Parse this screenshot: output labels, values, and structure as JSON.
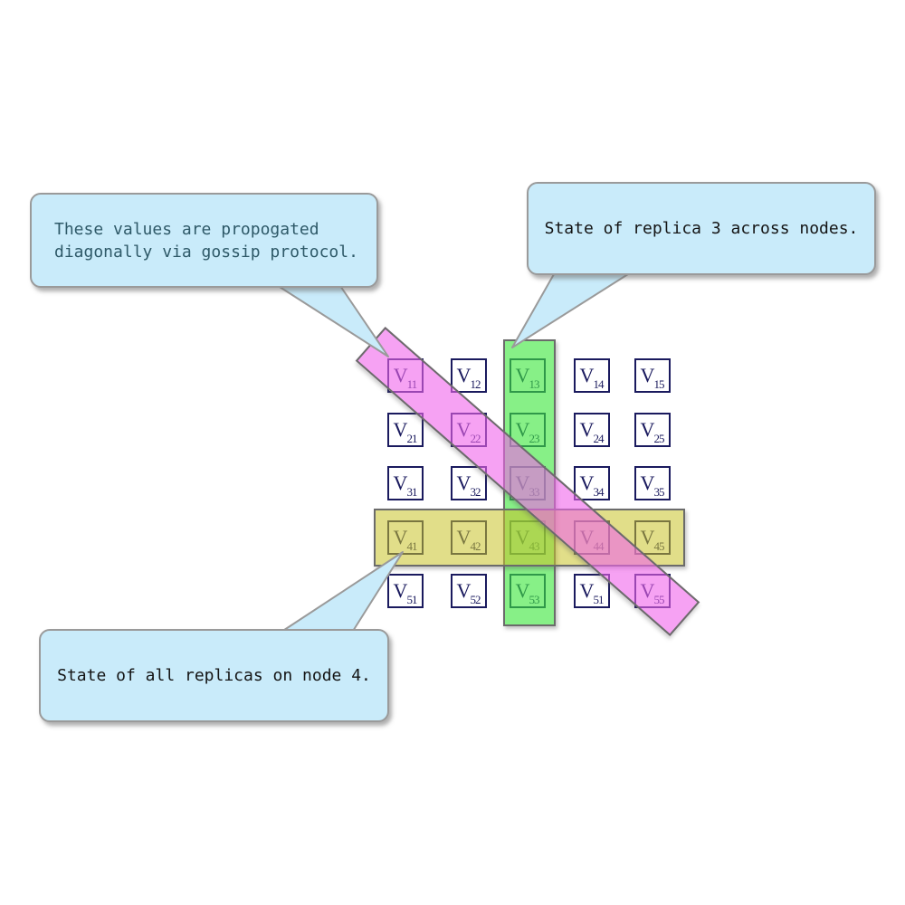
{
  "figure": {
    "background": "#ffffff"
  },
  "callouts": {
    "gossip": {
      "lines": [
        "These values are propogated",
        "diagonally via gossip protocol."
      ],
      "text_color": "#2e5968"
    },
    "replica": {
      "lines": [
        "State of replica 3 across nodes."
      ],
      "text_color": "#141414"
    },
    "node": {
      "lines": [
        "State of all replicas on node 4."
      ],
      "text_color": "#141414"
    }
  },
  "grid": {
    "base": "V",
    "cells": [
      [
        "11",
        "12",
        "13",
        "14",
        "15"
      ],
      [
        "21",
        "22",
        "23",
        "24",
        "25"
      ],
      [
        "31",
        "32",
        "33",
        "34",
        "35"
      ],
      [
        "41",
        "42",
        "43",
        "44",
        "45"
      ],
      [
        "51",
        "52",
        "53",
        "51",
        "55"
      ]
    ]
  },
  "highlights": {
    "column_band_color": "#90ee90",
    "row_band_color": "#e1de89",
    "diagonal_band_color": "#f6a2f3",
    "band_border_color": "#6b6b6b"
  },
  "colors": {
    "box_border": "#1a1a5e",
    "label_text": "#1a1a5e",
    "callout_fill": "#c9ebfa",
    "callout_border": "#9a9a9a"
  }
}
